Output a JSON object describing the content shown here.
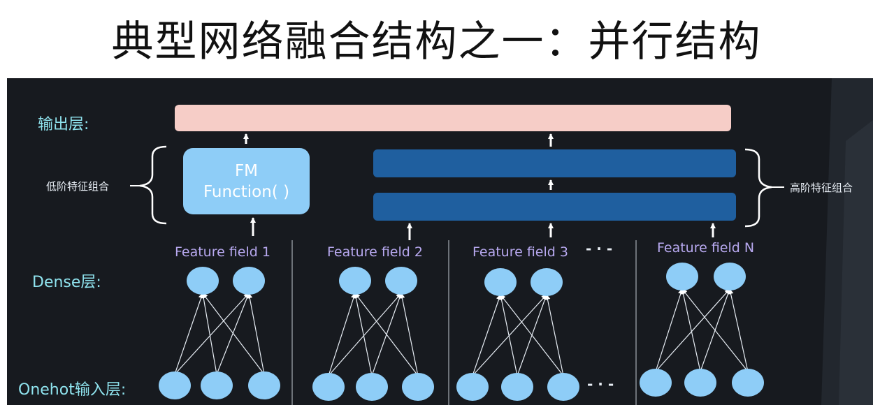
{
  "title": "典型网络融合结构之一：并行结构",
  "labels": {
    "output_layer": "输出层:",
    "low_order": "低阶特征组合",
    "high_order": "高阶特征组合",
    "dense_layer": "Dense层:",
    "onehot_layer": "Onehot输入层:"
  },
  "fm_block": {
    "line1": "FM",
    "line2": "Function( )"
  },
  "fields": [
    "Feature field 1",
    "Feature field 2",
    "Feature field 3",
    "Feature field N"
  ],
  "ellipsis": "- · -",
  "colors": {
    "background": "#171a1f",
    "output_bar": "#f6cdc7",
    "fm_block": "#8ecdf7",
    "hidden_bar": "#1f5f9f",
    "node": "#8ecdf7",
    "layer_label": "#8fe3ee",
    "field_label": "#b8a9f0"
  }
}
